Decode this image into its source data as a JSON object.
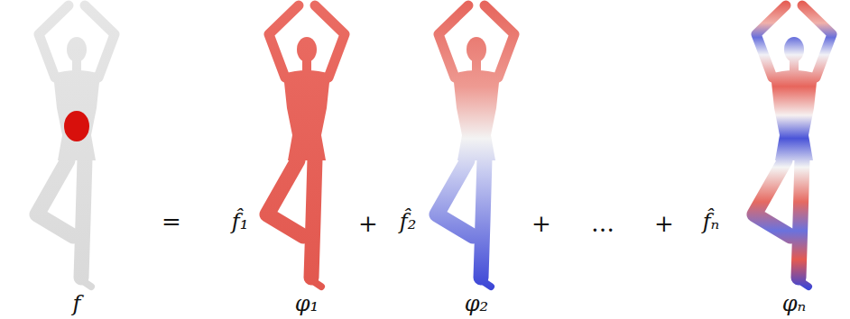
{
  "diagram": {
    "labels": [
      "=",
      "f̂₁",
      "+",
      "f̂₂",
      "+",
      "…",
      "+",
      "f̂ₙ",
      "f",
      "φ₁",
      "φ₂",
      "φₙ"
    ]
  }
}
